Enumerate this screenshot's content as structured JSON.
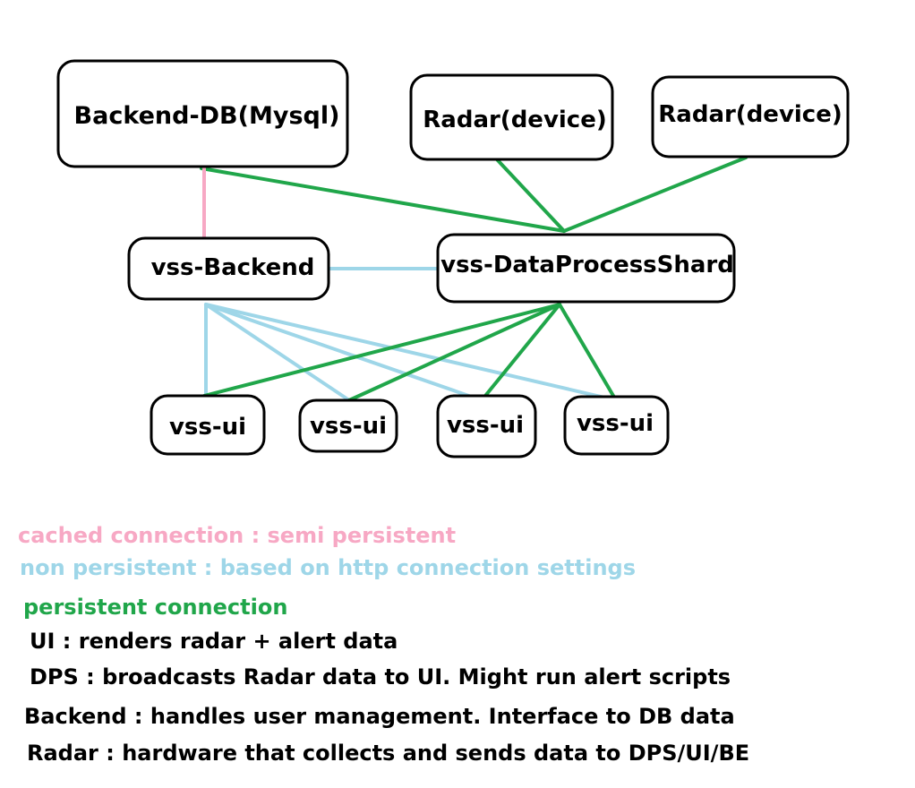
{
  "colors": {
    "cached": "#f7a8c4",
    "non_persistent": "#9ed6e8",
    "persistent": "#20a64a",
    "text": "#000000"
  },
  "nodes": [
    {
      "id": "db",
      "label": "Backend-DB(Mysql)"
    },
    {
      "id": "radar1",
      "label": "Radar(device)"
    },
    {
      "id": "radar2",
      "label": "Radar(device)"
    },
    {
      "id": "backend",
      "label": "vss-Backend"
    },
    {
      "id": "dps",
      "label": "vss-DataProcessShard"
    },
    {
      "id": "ui1",
      "label": "vss-ui"
    },
    {
      "id": "ui2",
      "label": "vss-ui"
    },
    {
      "id": "ui3",
      "label": "vss-ui"
    },
    {
      "id": "ui4",
      "label": "vss-ui"
    }
  ],
  "edges": [
    {
      "from": "db",
      "to": "backend",
      "type": "cached"
    },
    {
      "from": "db",
      "to": "dps",
      "type": "persistent"
    },
    {
      "from": "radar1",
      "to": "dps",
      "type": "persistent"
    },
    {
      "from": "radar2",
      "to": "dps",
      "type": "persistent"
    },
    {
      "from": "backend",
      "to": "dps",
      "type": "non_persistent"
    },
    {
      "from": "backend",
      "to": "ui1",
      "type": "non_persistent"
    },
    {
      "from": "backend",
      "to": "ui2",
      "type": "non_persistent"
    },
    {
      "from": "backend",
      "to": "ui3",
      "type": "non_persistent"
    },
    {
      "from": "backend",
      "to": "ui4",
      "type": "non_persistent"
    },
    {
      "from": "dps",
      "to": "ui1",
      "type": "persistent"
    },
    {
      "from": "dps",
      "to": "ui2",
      "type": "persistent"
    },
    {
      "from": "dps",
      "to": "ui3",
      "type": "persistent"
    },
    {
      "from": "dps",
      "to": "ui4",
      "type": "persistent"
    }
  ],
  "legend": {
    "cached": "cached connection : semi persistent",
    "non_persistent": "non persistent : based on http connection settings",
    "persistent": "persistent connection"
  },
  "notes": {
    "ui": "UI : renders radar + alert data",
    "dps": "DPS : broadcasts Radar data to UI. Might run alert scripts",
    "backend": "Backend : handles user management. Interface to DB data",
    "radar": "Radar : hardware that collects and sends data to DPS/UI/BE"
  }
}
